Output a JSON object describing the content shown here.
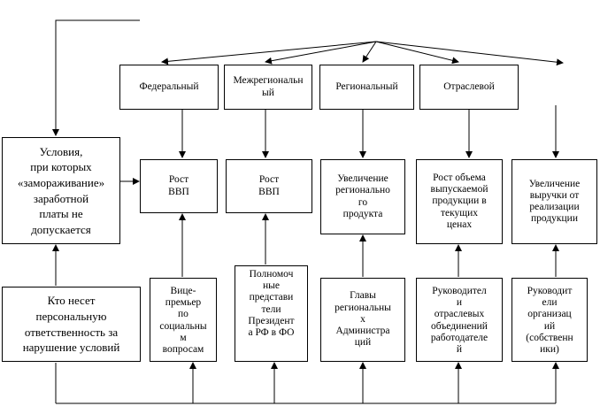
{
  "levels": [
    {
      "label": "Федеральный"
    },
    {
      "label": "Межрегиональный"
    },
    {
      "label": "Региональный"
    },
    {
      "label": "Отраслевой"
    }
  ],
  "indicators": [
    {
      "label": "Рост\nВВП"
    },
    {
      "label": "Рост\nВВП"
    },
    {
      "label": "Увеличение\nрегионально\nго\nпродукта"
    },
    {
      "label": "Рост объема\nвыпускаемой\nпродукции в\nтекущих\nценах"
    },
    {
      "label": "Увеличение\nвыручки от\nреализации\nпродукции"
    }
  ],
  "responsible": [
    {
      "label": "Вице-\nпремьер\nпо\nсоциальны\nм\nвопросам"
    },
    {
      "label": "Полномоч\nные\nпредстави\nтели\nПрезидент\nа РФ в ФО"
    },
    {
      "label": "Главы\nрегиональны\nх\nАдминистра\nций"
    },
    {
      "label": "Руководител\nи\nотраслевых\nобъединений\nработодателе\nй"
    },
    {
      "label": "Руководит\nели\nорганизац\nий\n(собственн\nики)"
    }
  ],
  "conditions_box": {
    "label": "Условия,\nпри которых\n«замораживание»\nзаработной\nплаты не\nдопускается"
  },
  "who_box": {
    "label": "Кто несет\nперсональную\nответственность за\nнарушение условий"
  }
}
